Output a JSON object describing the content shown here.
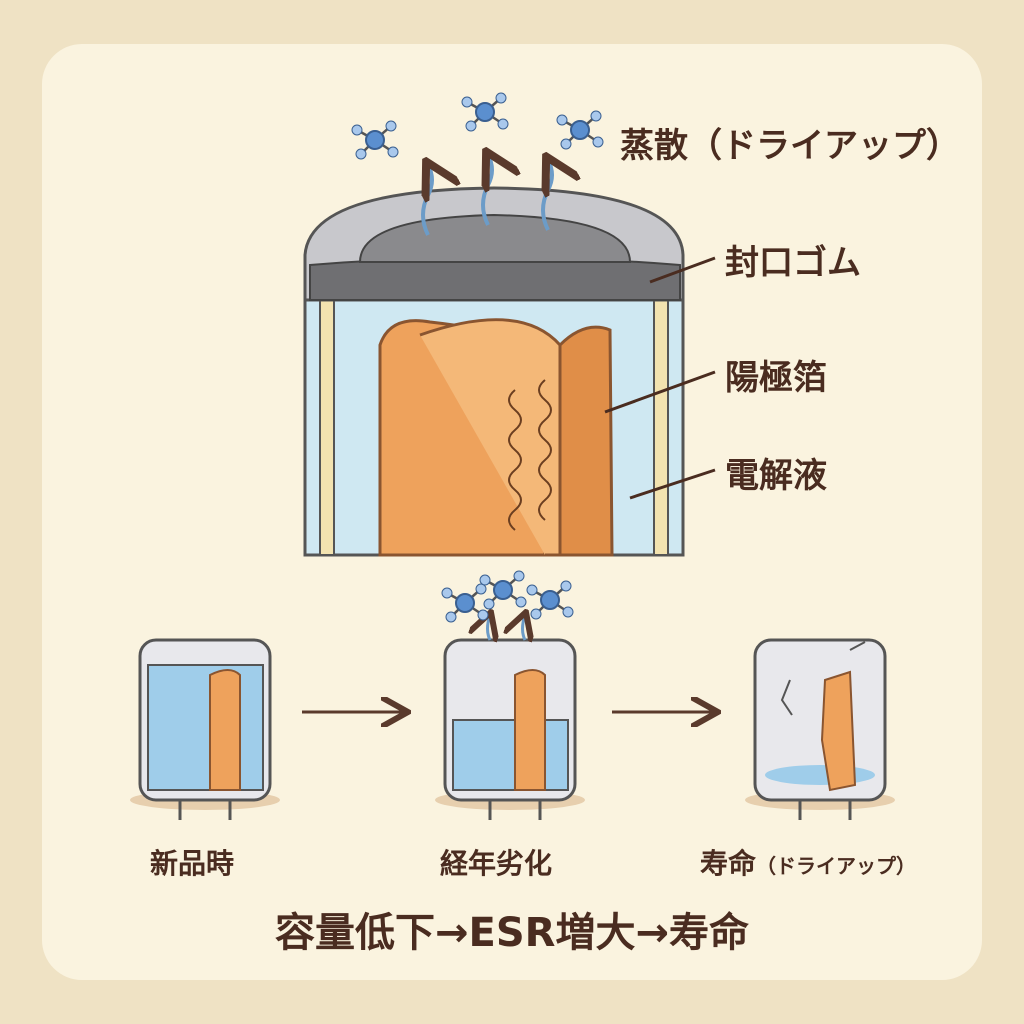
{
  "labels": {
    "evaporation": "蒸散（ドライアップ）",
    "seal_rubber": "封口ゴム",
    "anode_foil": "陽極箔",
    "electrolyte": "電解液"
  },
  "stages": [
    {
      "label": "新品時",
      "sub": ""
    },
    {
      "label": "経年劣化",
      "sub": ""
    },
    {
      "label": "寿命",
      "sub": "（ドライアップ）"
    }
  ],
  "summary": "容量低下→ESR増大→寿命",
  "colors": {
    "text": "#4a2c20",
    "card": "#faf3df",
    "background": "#efe2c4",
    "foil": "#eea25c",
    "liquid": "#bfe0ee",
    "rubber": "#7a7a7a"
  }
}
